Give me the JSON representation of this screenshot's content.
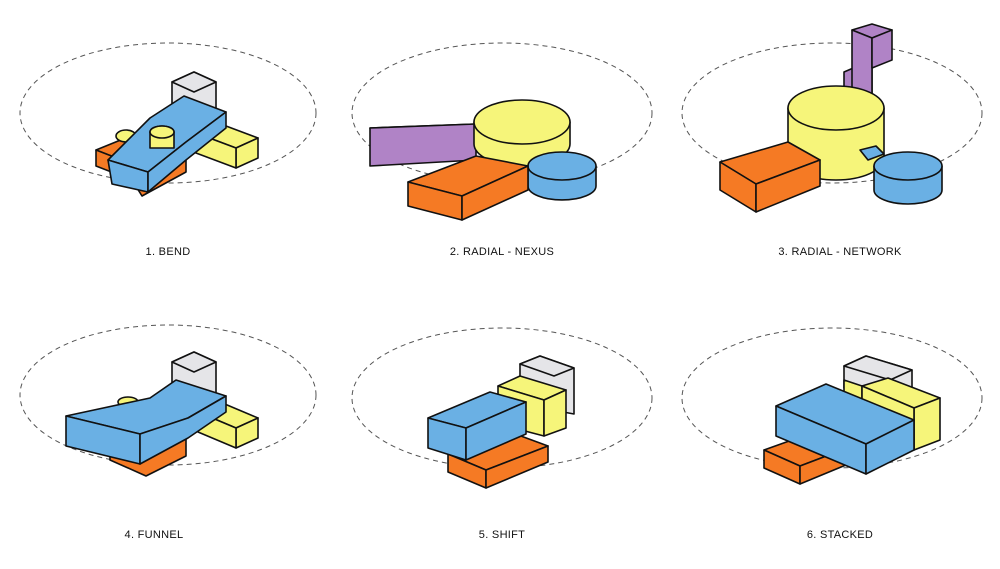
{
  "diagrams": [
    {
      "label": "1. BEND"
    },
    {
      "label": "2. RADIAL - NEXUS"
    },
    {
      "label": "3. RADIAL - NETWORK"
    },
    {
      "label": "4. FUNNEL"
    },
    {
      "label": "5. SHIFT"
    },
    {
      "label": "6. STACKED"
    }
  ],
  "colors": {
    "blue": "#6ab0e4",
    "orange": "#f57a24",
    "yellow": "#f6f57a",
    "gray": "#e5e5e8",
    "purple": "#b083c6",
    "outline": "#111111",
    "ellipse": "#555555"
  }
}
